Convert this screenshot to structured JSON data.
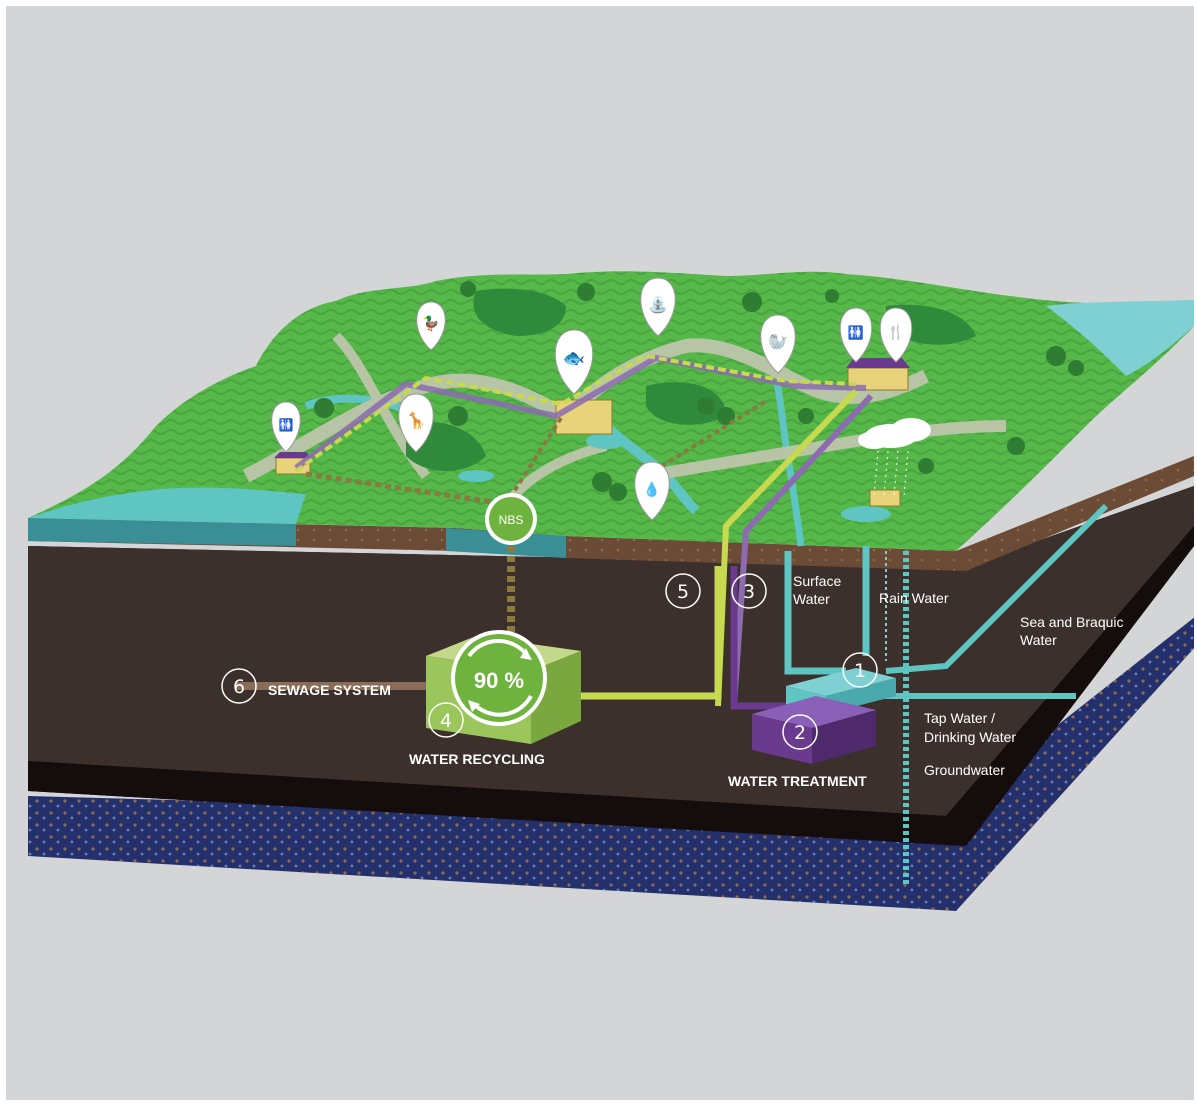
{
  "labels": {
    "nbs": "NBS",
    "percent": "90 %",
    "surface_water": [
      "Surface",
      "Water"
    ],
    "rain_water": "Rain Water",
    "sea_water": [
      "Sea and Braquic",
      "Water"
    ],
    "tap_water": [
      "Tap Water /",
      "Drinking Water"
    ],
    "groundwater": "Groundwater",
    "sewage_system": "SEWAGE SYSTEM",
    "water_recycling": "WATER RECYCLING",
    "water_treatment": "WATER TREATMENT"
  },
  "steps": {
    "s1": "1",
    "s2": "2",
    "s3": "3",
    "s4": "4",
    "s5": "5",
    "s6": "6"
  },
  "pins": [
    {
      "icon": "ducks-icon"
    },
    {
      "icon": "fish-icon"
    },
    {
      "icon": "fountain-icon"
    },
    {
      "icon": "seal-icon"
    },
    {
      "icon": "restroom-icon"
    },
    {
      "icon": "restaurant-icon"
    },
    {
      "icon": "restroom-icon"
    },
    {
      "icon": "giraffe-icon"
    },
    {
      "icon": "water-drops-icon"
    }
  ],
  "colors": {
    "background": "#d4d5d7",
    "grass": "#56b848",
    "path": "#b7c4a6",
    "water": "#5fc5c2",
    "soil": "#3b302c",
    "groundwater_layer": "#24306b",
    "recycling_green": "#6fb33f",
    "treatment_purple": "#6a3a8e",
    "pipe_purple": "#8c6bb0",
    "pipe_yellow": "#c7d94e"
  }
}
